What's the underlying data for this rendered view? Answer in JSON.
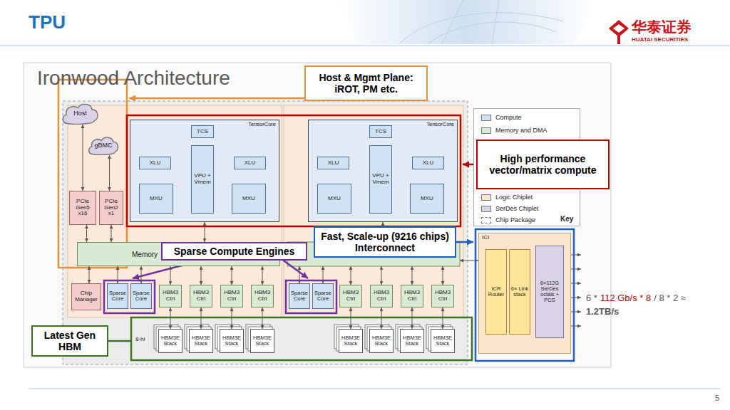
{
  "diagram": {
    "title": "TPU",
    "nodes": [
      {
        "text": [
          "Host"
        ]
      },
      {
        "text": [
          "gBMC"
        ]
      },
      {
        "text": [
          "PCIe Gen5 x16"
        ]
      },
      {
        "text": [
          "PCIe Gen2 x1"
        ]
      },
      {
        "text": [
          "Memory"
        ]
      },
      {
        "text": [
          "Chip Manager"
        ]
      },
      {
        "text": [
          "TensorCore"
        ]
      },
      {
        "text": [
          "TCS"
        ],
        "in": 6
      },
      {
        "text": [
          "XLU"
        ],
        "in": 6
      },
      {
        "text": [
          "VPU + Vmem"
        ],
        "in": 6
      },
      {
        "text": [
          "XLU"
        ],
        "in": 6
      },
      {
        "text": [
          "MXU"
        ],
        "in": 6
      },
      {
        "text": [
          "MXU"
        ],
        "in": 6
      },
      {
        "text": [
          "TensorCore"
        ]
      },
      {
        "text": [
          "TCS"
        ],
        "in": 13
      },
      {
        "text": [
          "XLU"
        ],
        "in": 13
      },
      {
        "text": [
          "VPU + Vmem"
        ],
        "in": 13
      },
      {
        "text": [
          "XLU"
        ],
        "in": 13
      },
      {
        "text": [
          "MXU"
        ],
        "in": 13
      },
      {
        "text": [
          "MXU"
        ],
        "in": 13
      },
      {
        "text": [
          "Sparse Core"
        ]
      },
      {
        "text": [
          "Sparse Core"
        ]
      },
      {
        "text": [
          "HBM3 Ctrl"
        ]
      },
      {
        "text": [
          "HBM3 Ctrl"
        ]
      },
      {
        "text": [
          "HBM3 Ctrl"
        ]
      },
      {
        "text": [
          "HBM3 Ctrl"
        ]
      },
      {
        "text": [
          "Sparse Core"
        ]
      },
      {
        "text": [
          "Sparse Core"
        ]
      },
      {
        "text": [
          "HBM3 Ctrl"
        ]
      },
      {
        "text": [
          "HBM3 Ctrl"
        ]
      },
      {
        "text": [
          "HBM3 Ctrl"
        ]
      },
      {
        "text": [
          "HBM3 Ctrl"
        ]
      },
      {
        "text": [
          "HBM3E Stack"
        ]
      },
      {
        "text": [
          "HBM3E Stack"
        ]
      },
      {
        "text": [
          "HBM3E Stack"
        ]
      },
      {
        "text": [
          "HBM3E Stack"
        ]
      },
      {
        "text": [
          "HBM3E Stack"
        ]
      },
      {
        "text": [
          "HBM3E Stack"
        ]
      },
      {
        "text": [
          "HBM3E Stack"
        ]
      },
      {
        "text": [
          "HBM3E Stack"
        ]
      },
      {
        "text": [
          "ICI"
        ]
      },
      {
        "text": [
          "ICR Router"
        ],
        "in": 40
      },
      {
        "text": [
          "6× Link stack"
        ],
        "in": 40
      },
      {
        "text": [
          "6×112G SerDes octals + PCS"
        ],
        "in": 40
      },
      {
        "text": [
          "Host & Mgmt Plane: iROT, PM etc."
        ]
      },
      {
        "text": [
          "High performance vector/matrix compute"
        ]
      },
      {
        "text": [
          "Sparse Compute Engines"
        ]
      },
      {
        "text": [
          "Fast, Scale-up (9216 chips) Interconnect"
        ]
      },
      {
        "text": [
          "Latest Gen HBM"
        ]
      }
    ],
    "edges": [
      {
        "from": 0,
        "to": 2,
        "arrow": "both"
      },
      {
        "from": 1,
        "to": 3,
        "arrow": "both"
      },
      {
        "from": 2,
        "to": 4,
        "arrow": "both"
      },
      {
        "from": 3,
        "to": 4,
        "arrow": "both"
      },
      {
        "from": 4,
        "to": 5,
        "arrow": "both"
      },
      {
        "from": 6,
        "to": 4,
        "arrow": "both"
      },
      {
        "from": 7,
        "to": 9,
        "arrow": "both"
      },
      {
        "from": 8,
        "to": 9,
        "arrow": "both"
      },
      {
        "from": 10,
        "to": 9,
        "arrow": "both"
      },
      {
        "from": 11,
        "to": 9,
        "arrow": "both"
      },
      {
        "from": 12,
        "to": 9,
        "arrow": "both"
      },
      {
        "from": 14,
        "to": 16,
        "arrow": "both"
      },
      {
        "from": 15,
        "to": 16,
        "arrow": "both"
      },
      {
        "from": 17,
        "to": 16,
        "arrow": "both"
      },
      {
        "from": 18,
        "to": 16,
        "arrow": "both"
      },
      {
        "from": 19,
        "to": 16,
        "arrow": "both"
      },
      {
        "from": 4,
        "to": 20,
        "arrow": "both"
      },
      {
        "from": 4,
        "to": 21,
        "arrow": "both"
      },
      {
        "from": 4,
        "to": 22,
        "arrow": "both"
      },
      {
        "from": 4,
        "to": 23,
        "arrow": "both"
      },
      {
        "from": 4,
        "to": 24,
        "arrow": "both"
      },
      {
        "from": 4,
        "to": 25,
        "arrow": "both"
      },
      {
        "from": 22,
        "to": 32,
        "arrow": "both"
      },
      {
        "from": 23,
        "to": 33,
        "arrow": "both"
      },
      {
        "from": 24,
        "to": 34,
        "arrow": "both"
      },
      {
        "from": 25,
        "to": 35,
        "arrow": "both"
      },
      {
        "from": 28,
        "to": 36,
        "arrow": "both"
      },
      {
        "from": 29,
        "to": 37,
        "arrow": "both"
      },
      {
        "from": 30,
        "to": 38,
        "arrow": "both"
      },
      {
        "from": 31,
        "to": 39,
        "arrow": "both"
      }
    ],
    "labels": [
      "Ironwood Architecture",
      "华泰证券",
      "HUATAI SECURITIES",
      "8-hi",
      "Key",
      "6 *",
      "112 Gb/s * 8",
      "/ 8 * 2 ≈",
      "1.2TB/s",
      "5"
    ],
    "legend": [
      {
        "text": "Compute",
        "color": "#cfe2f3"
      },
      {
        "text": "Memory and DMA",
        "color": "#d9ead3"
      },
      {
        "text": "Logic Chiplet",
        "color": "#fce5cd"
      },
      {
        "text": "SerDes Chiplet",
        "color": "#d9d2e9"
      },
      {
        "text": "Chip Package"
      }
    ]
  }
}
